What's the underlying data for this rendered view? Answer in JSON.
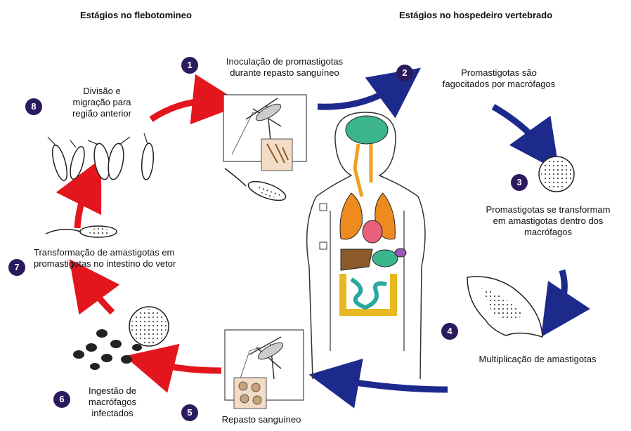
{
  "headers": {
    "left": "Estágios no flebotomineo",
    "right": "Estágios no hospedeiro vertebrado"
  },
  "colors": {
    "red_arrow": "#e3161e",
    "blue_arrow": "#1c2a8c",
    "badge": "#2b1a5e",
    "brain": "#3cb48c",
    "lungs": "#ee8a1e",
    "heart": "#e8607a",
    "liver": "#8a5a2a",
    "intestine": "#e8b820",
    "small_intestine": "#2aa8a0",
    "spleen": "#9b59b6",
    "esophagus": "#f0a020"
  },
  "steps": [
    {
      "num": "1",
      "line1": "Inoculação de promastigotas",
      "line2": "durante repasto sanguíneo"
    },
    {
      "num": "2",
      "line1": "Promastigotas são",
      "line2": "fagocitados por macrófagos"
    },
    {
      "num": "3",
      "line1": "Promastigotas se transformam",
      "line2": "em amastigotas dentro dos",
      "line3": "macrófagos"
    },
    {
      "num": "4",
      "line1": "Multiplicação de amastigotas"
    },
    {
      "num": "5",
      "line1": "Repasto sanguíneo"
    },
    {
      "num": "6",
      "line1": "Ingestão de",
      "line2": "macrófagos",
      "line3": "infectados"
    },
    {
      "num": "7",
      "line1": "Transformação de amastigotas em",
      "line2": "promastigotas no intestino do vetor"
    },
    {
      "num": "8",
      "line1": "Divisão e",
      "line2": "migração para",
      "line3": "região anterior"
    }
  ]
}
